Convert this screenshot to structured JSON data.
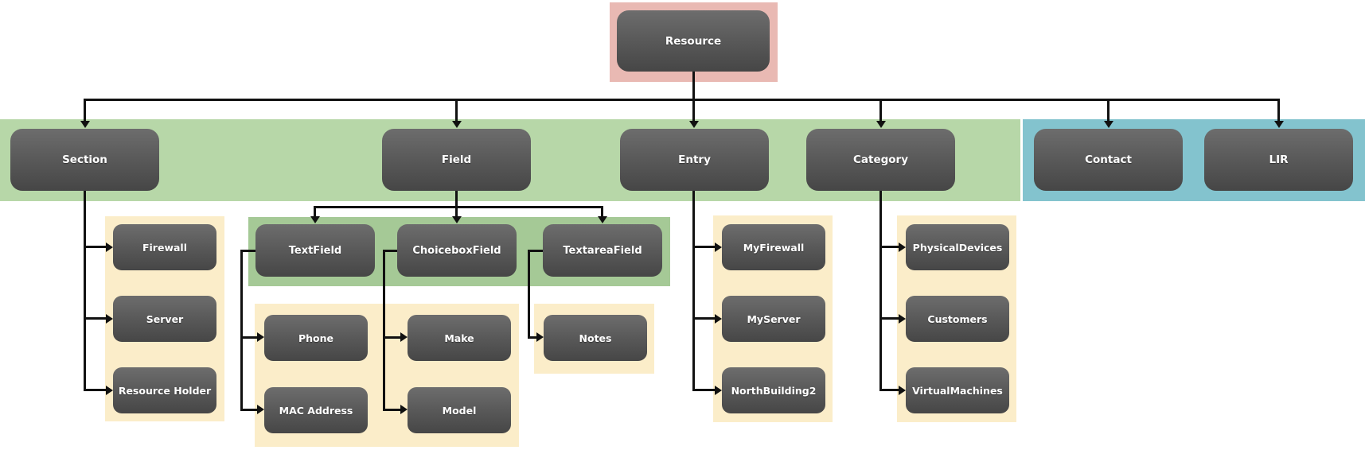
{
  "diagram": {
    "type": "tree",
    "orientation": "top-down",
    "tree": {
      "label": "Resource",
      "children": [
        {
          "label": "Section",
          "children": [
            {
              "label": "Firewall"
            },
            {
              "label": "Server"
            },
            {
              "label": "Resource Holder"
            }
          ]
        },
        {
          "label": "Field",
          "children": [
            {
              "label": "TextField",
              "children": [
                {
                  "label": "Phone"
                },
                {
                  "label": "MAC Address"
                }
              ]
            },
            {
              "label": "ChoiceboxField",
              "children": [
                {
                  "label": "Make"
                },
                {
                  "label": "Model"
                }
              ]
            },
            {
              "label": "TextareaField",
              "children": [
                {
                  "label": "Notes"
                }
              ]
            }
          ]
        },
        {
          "label": "Entry",
          "children": [
            {
              "label": "MyFirewall"
            },
            {
              "label": "MyServer"
            },
            {
              "label": "NorthBuilding2"
            }
          ]
        },
        {
          "label": "Category",
          "children": [
            {
              "label": "PhysicalDevices"
            },
            {
              "label": "Customers"
            },
            {
              "label": "VirtualMachines"
            }
          ]
        },
        {
          "label": "Contact"
        },
        {
          "label": "LIR"
        }
      ]
    },
    "highlight_groups": [
      {
        "name": "root-highlight",
        "color": "#e9b9b3",
        "members": [
          "Resource"
        ]
      },
      {
        "name": "main-sections-band",
        "color": "#b7d7a8",
        "members": [
          "Section",
          "Field",
          "Entry",
          "Category"
        ]
      },
      {
        "name": "external-band",
        "color": "#83c3ce",
        "members": [
          "Contact",
          "LIR"
        ]
      },
      {
        "name": "field-types-band",
        "color": "#a5c996",
        "members": [
          "TextField",
          "ChoiceboxField",
          "TextareaField"
        ]
      },
      {
        "name": "children-panels",
        "color": "#fbedc9",
        "panels": [
          [
            "Firewall",
            "Server",
            "Resource Holder"
          ],
          [
            "Phone",
            "MAC Address",
            "Make",
            "Model"
          ],
          [
            "Notes"
          ],
          [
            "MyFirewall",
            "MyServer",
            "NorthBuilding2"
          ],
          [
            "PhysicalDevices",
            "Customers",
            "VirtualMachines"
          ]
        ]
      }
    ],
    "colors": {
      "background": "#ffffff",
      "node_fill_top": "#6d6d6d",
      "node_fill_bottom": "#464646",
      "node_text": "#ffffff",
      "connector": "#111111"
    }
  }
}
